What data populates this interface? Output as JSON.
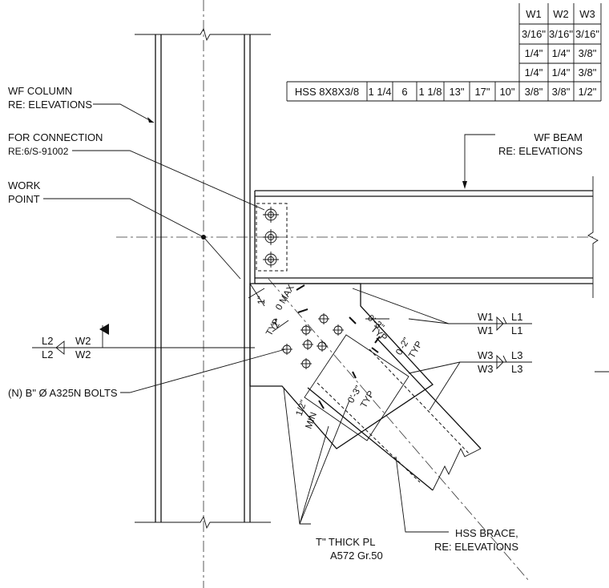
{
  "table": {
    "headers": [
      "W1",
      "W2",
      "W3"
    ],
    "rows": [
      [
        "3/16\"",
        "3/16\"",
        "3/16\""
      ],
      [
        "1/4\"",
        "1/4\"",
        "3/8\""
      ],
      [
        "1/4\"",
        "1/4\"",
        "3/8\""
      ]
    ],
    "last_row": [
      "HSS 8X8X3/8",
      "1 1/4",
      "6",
      "1 1/8",
      "13\"",
      "17\"",
      "10\"",
      "3/8\"",
      "3/8\"",
      "1/2\""
    ]
  },
  "labels": {
    "wf_column": [
      "WF COLUMN",
      "RE: ELEVATIONS"
    ],
    "for_connection": [
      "FOR CONNECTION",
      "RE:6/S-91002"
    ],
    "work_point": [
      "WORK",
      "POINT"
    ],
    "wf_beam": [
      "WF BEAM",
      "RE: ELEVATIONS"
    ],
    "bolts": "(N) B\" Ø A325N BOLTS",
    "thick_pl": [
      "T\" THICK PL",
      "A572 Gr.50"
    ],
    "hss_brace": [
      "HSS BRACE,",
      "RE: ELEVATIONS"
    ],
    "dim_1": "1\"",
    "dim_max": "0 MAX",
    "dim_2typ": [
      "2\"",
      "TYP"
    ],
    "dim_3typ_top": [
      "0'-3\"",
      "TYP"
    ],
    "dim_2typ_right": [
      "0'-2\"",
      "TYP"
    ],
    "dim_3typ_mid": [
      "0'-3\"",
      "TYP"
    ],
    "dim_min": [
      "1/2\"",
      "MIN"
    ]
  },
  "weld_symbols": [
    {
      "top": "W1",
      "bottom": "W1",
      "tail_top": "L1",
      "tail_bottom": "L1"
    },
    {
      "top": "W3",
      "bottom": "W3",
      "tail_top": "L3",
      "tail_bottom": "L3"
    },
    {
      "top": "W2",
      "bottom": "W2",
      "tail_top": "L2",
      "tail_bottom": "L2"
    }
  ]
}
